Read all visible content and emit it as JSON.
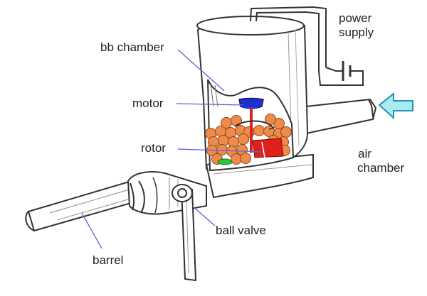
{
  "labels": {
    "bb_chamber": "bb chamber",
    "motor": "motor",
    "rotor": "rotor",
    "power_supply_line1": "power",
    "power_supply_line2": "supply",
    "air_chamber_line1": "air",
    "air_chamber_line2": "chamber",
    "ball_valve": "ball valve",
    "barrel": "barrel"
  },
  "colors": {
    "outline": "#333333",
    "leader_line": "#5a62d6",
    "bb": "#f08a4a",
    "bb_stroke": "#8a4a20",
    "motor_blue": "#1f2fd0",
    "rotor_red": "#e0201a",
    "green_part": "#2fc43a",
    "arrow_fill": "#a6ecf0",
    "arrow_stroke": "#2a8fb0",
    "shading": "#777777"
  },
  "icons": {
    "air_flow_arrow": "arrow-left-icon",
    "battery": "battery-icon"
  }
}
